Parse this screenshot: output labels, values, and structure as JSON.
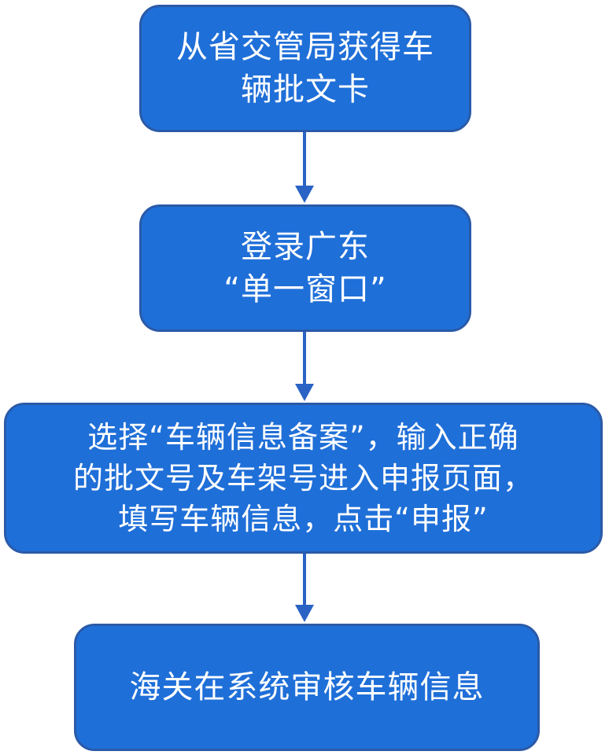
{
  "diagram": {
    "type": "flowchart",
    "direction": "top-to-bottom",
    "colors": {
      "box_fill": "#1f6fd8",
      "box_border": "#2a5aa8",
      "box_text": "#ffffff",
      "arrow": "#2a63c4",
      "background": "#ffffff"
    },
    "steps": [
      {
        "text": "从省交管局获得车\n辆批文卡"
      },
      {
        "text": "登录广东\n“单一窗口”"
      },
      {
        "text": "选择“车辆信息备案”，输入正确\n的批文号及车架号进入申报页面，\n填写车辆信息，点击“申报”"
      },
      {
        "text": "海关在系统审核车辆信息"
      }
    ],
    "connections": [
      {
        "from": 0,
        "to": 1
      },
      {
        "from": 1,
        "to": 2
      },
      {
        "from": 2,
        "to": 3
      }
    ]
  }
}
